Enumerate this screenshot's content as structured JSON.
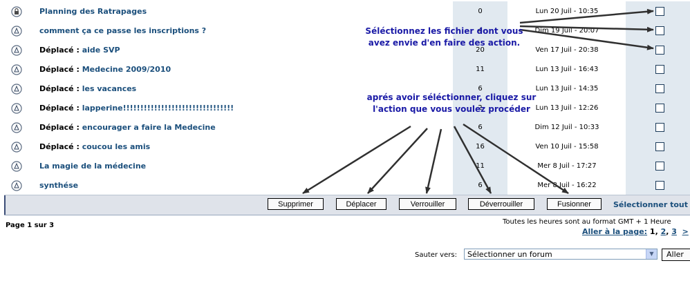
{
  "topics": [
    {
      "prefix": "",
      "title": "Planning des Ratrapages",
      "replies": "0",
      "date": "Lun 20 Juil - 10:35",
      "locked": true
    },
    {
      "prefix": "",
      "title": "comment ça ce passe les inscriptions ?",
      "replies": "4",
      "date": "Dim 19 Juil - 20:07",
      "locked": false
    },
    {
      "prefix": "Déplacé :",
      "title": "aide SVP",
      "replies": "20",
      "date": "Ven 17 Juil - 20:38",
      "locked": false
    },
    {
      "prefix": "Déplacé :",
      "title": "Medecine 2009/2010",
      "replies": "11",
      "date": "Lun 13 Juil - 16:43",
      "locked": false
    },
    {
      "prefix": "Déplacé :",
      "title": "les vacances",
      "replies": "6",
      "date": "Lun 13 Juil - 14:35",
      "locked": false
    },
    {
      "prefix": "Déplacé :",
      "title": "lapperine!!!!!!!!!!!!!!!!!!!!!!!!!!!!!!!!",
      "replies": "2",
      "date": "Lun 13 Juil - 12:26",
      "locked": false
    },
    {
      "prefix": "Déplacé :",
      "title": "encourager a faire la Medecine",
      "replies": "6",
      "date": "Dim 12 Juil - 10:33",
      "locked": false
    },
    {
      "prefix": "Déplacé :",
      "title": "coucou les amis",
      "replies": "16",
      "date": "Ven 10 Juil - 15:58",
      "locked": false
    },
    {
      "prefix": "",
      "title": "La magie de la médecine",
      "replies": "11",
      "date": "Mer 8 Juil - 17:27",
      "locked": false
    },
    {
      "prefix": "",
      "title": "synthése",
      "replies": "6",
      "date": "Mer 8 Juil - 16:22",
      "locked": false
    }
  ],
  "actions": {
    "delete": "Supprimer",
    "move": "Déplacer",
    "lock": "Verrouiller",
    "unlock": "Déverrouiller",
    "merge": "Fusionner",
    "select_all": "Sélectionner tout"
  },
  "footer": {
    "page_info": "Page 1 sur 3",
    "timezone": "Toutes les heures sont au format GMT + 1 Heure",
    "goto_label": "Aller à la page:",
    "pages": [
      "1",
      "2",
      "3"
    ],
    "next": ">"
  },
  "jump": {
    "label": "Sauter vers:",
    "selected": "Sélectionner un forum",
    "go_button": "Aller"
  },
  "annotations": {
    "top_line1": "Séléctionnez les fichier dont vous",
    "top_line2": "avez envie d'en faire des action.",
    "mid_line1": "aprés avoir séléctionner, cliquez sur",
    "mid_line2": "l'action que vous voulez procéder"
  },
  "colors": {
    "link": "#1b4f7c",
    "annotation": "#1a1aa6",
    "column_shade": "#e1e9f0"
  },
  "icons": {
    "locked_topic": "locked-topic-icon",
    "topic": "topic-icon"
  }
}
